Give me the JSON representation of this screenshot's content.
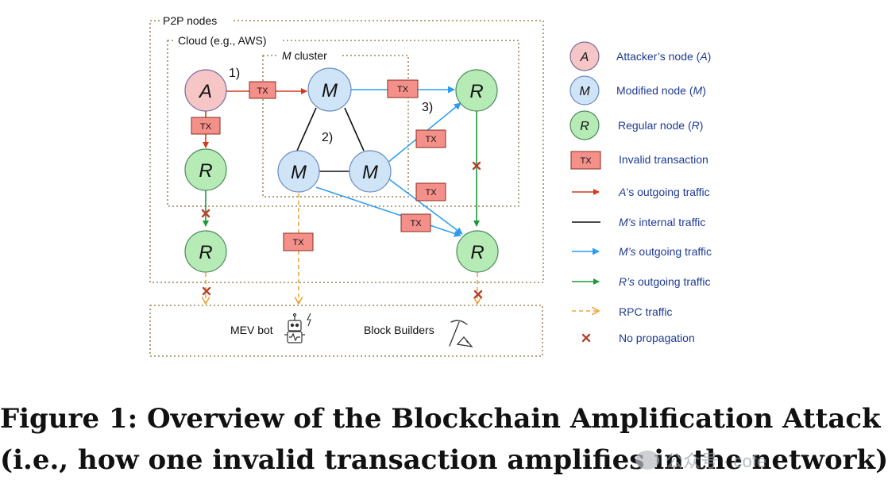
{
  "regions": {
    "p2p": "P2P nodes",
    "cloud": "Cloud (e.g., AWS)",
    "cluster_m": "M",
    "cluster_text": "cluster"
  },
  "steps": [
    "1)",
    "2)",
    "3)"
  ],
  "node_letters": {
    "A": "A",
    "M": "M",
    "R": "R"
  },
  "tx_label": "TX",
  "destinations": {
    "mev": "MEV bot",
    "builders": "Block Builders"
  },
  "legend": {
    "attacker": {
      "text": "Attacker’s node (",
      "var": "A",
      "end": ")"
    },
    "modified": {
      "text": "Modified node (",
      "var": "M",
      "end": ")"
    },
    "regular": {
      "text": "Regular node (",
      "var": "R",
      "end": ")"
    },
    "invalid_tx": "Invalid transaction",
    "a_traffic": {
      "var": "A",
      "text": "’s outgoing traffic"
    },
    "m_internal": {
      "var": "M’s",
      "text": " internal  traffic"
    },
    "m_outgoing": {
      "var": "M’s",
      "text": " outgoing traffic"
    },
    "r_outgoing": {
      "var": "R’s",
      "text": " outgoing  traffic"
    },
    "rpc": "RPC traffic",
    "no_prop": "No propagation"
  },
  "colors": {
    "attacker_fill": "#f6c6c6",
    "modified_fill": "#cfe4f7",
    "regular_fill": "#b6ebb6",
    "tx_fill": "#f4908a",
    "red": "#d23a1f",
    "black": "#111111",
    "blue": "#2a9df0",
    "green": "#1f9a3a",
    "orange": "#f2a33a",
    "cross": "#b5432e",
    "legend_text": "#1f3a93"
  },
  "caption": {
    "line1": "Figure 1: Overview of the Blockchain Amplification Attack",
    "line2": "(i.e., how one invalid transaction amplifies in the network)"
  },
  "watermark": "公众号 · cofe"
}
